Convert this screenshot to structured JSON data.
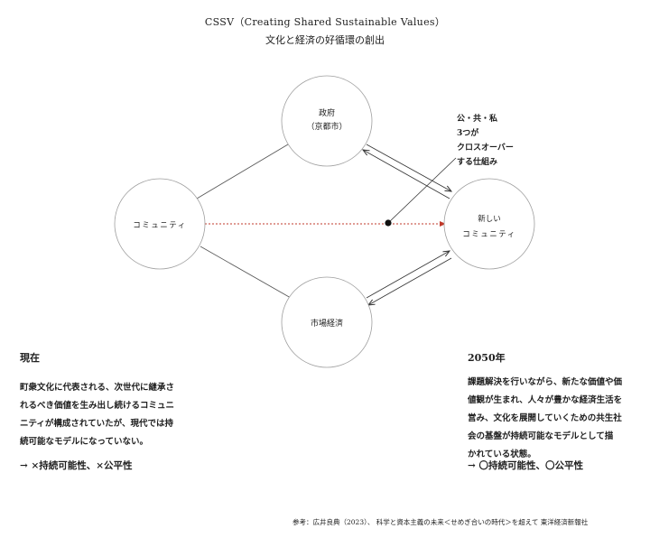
{
  "title": "CSSV（Creating Shared Sustainable Values）",
  "subtitle": "文化と経済の好循環の創出",
  "nodes": {
    "government": [
      "政府",
      "（京都市）"
    ],
    "community": [
      "コミュニティ"
    ],
    "new_community": [
      "新しい",
      "コミュニティ"
    ],
    "market": [
      "市場経済"
    ]
  },
  "annotation": [
    "公・共・私",
    "3つが",
    "クロスオーバー",
    "する仕組み"
  ],
  "present": {
    "heading": "現在",
    "body": [
      "町衆文化に代表される、次世代に継承さ",
      "れるべき価値を生み出し続けるコミュニ",
      "ニティが構成されていたが、現代では持",
      "続可能なモデルになっていない。"
    ],
    "outcome": "→ ×持続可能性、×公平性"
  },
  "future": {
    "heading": "2050年",
    "body": [
      "課題解決を行いながら、新たな価値や価",
      "値観が生まれ、人々が豊かな経済生活を",
      "営み、文化を展開していくための共生社",
      "会の基盤が持続可能なモデルとして描",
      "かれている状態。"
    ],
    "outcome": "→ 〇持続可能性、〇公平性"
  },
  "reference": "参考：広井良典（2023）、 科学と資本主義の未来＜せめぎ合いの時代＞を超えて 東洋経済新報社",
  "colors": {
    "circle_stroke": "#9e9e9e",
    "line": "#555555",
    "dotted_arrow": "#c0392b",
    "text": "#1e1e1e"
  }
}
